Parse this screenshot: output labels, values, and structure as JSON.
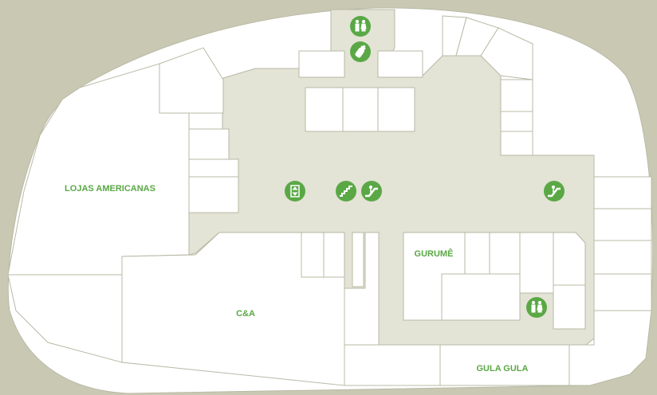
{
  "stores": {
    "lojas_americanas": "LOJAS AMERICANAS",
    "c_and_a": "C&A",
    "gurume": "GURUMÊ",
    "gula_gula": "GULA GULA"
  },
  "icons": [
    {
      "name": "restroom-icon",
      "where": "top corridor"
    },
    {
      "name": "baby-bottle-icon",
      "where": "top corridor"
    },
    {
      "name": "elevator-icon",
      "where": "central hall"
    },
    {
      "name": "stairs-icon",
      "where": "central hall"
    },
    {
      "name": "escalator-icon",
      "where": "central hall"
    },
    {
      "name": "escalator-icon",
      "where": "east hall"
    },
    {
      "name": "restroom-icon",
      "where": "south-east corridor"
    }
  ],
  "colors": {
    "background": "#c9c9b3",
    "building": "#ffffff",
    "corridor": "#e3e3d6",
    "wall": "#b9b9a6",
    "accent": "#5aa845"
  }
}
